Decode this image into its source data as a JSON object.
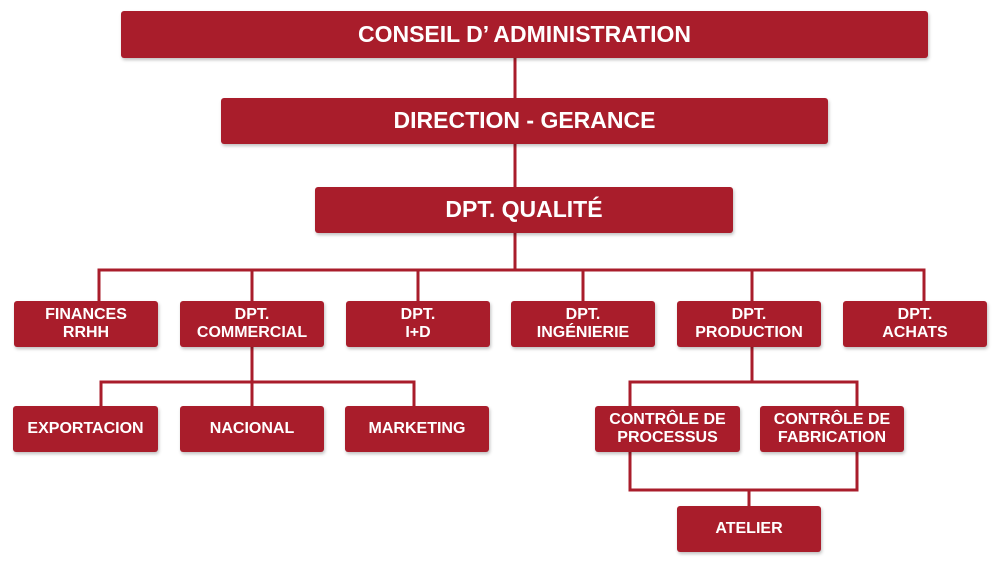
{
  "colors": {
    "box": "#a91d2b",
    "line": "#a91d2b",
    "text": "#ffffff"
  },
  "board": {
    "label": "CONSEIL D’ ADMINISTRATION"
  },
  "direction": {
    "label": "DIRECTION - GERANCE"
  },
  "quality": {
    "label": "DPT. QUALITÉ"
  },
  "departments": [
    {
      "line1": "FINANCES",
      "line2": "RRHH"
    },
    {
      "line1": "DPT.",
      "line2": "COMMERCIAL"
    },
    {
      "line1": "DPT.",
      "line2": "I+D"
    },
    {
      "line1": "DPT.",
      "line2": "INGÉNIERIE"
    },
    {
      "line1": "DPT.",
      "line2": "PRODUCTION"
    },
    {
      "line1": "DPT.",
      "line2": "ACHATS"
    }
  ],
  "commercial_units": [
    {
      "label": "EXPORTACION"
    },
    {
      "label": "NACIONAL"
    },
    {
      "label": "MARKETING"
    }
  ],
  "production_units": [
    {
      "line1": "CONTRÔLE DE",
      "line2": "PROCESSUS"
    },
    {
      "line1": "CONTRÔLE DE",
      "line2": "FABRICATION"
    }
  ],
  "workshop": {
    "label": "ATELIER"
  }
}
